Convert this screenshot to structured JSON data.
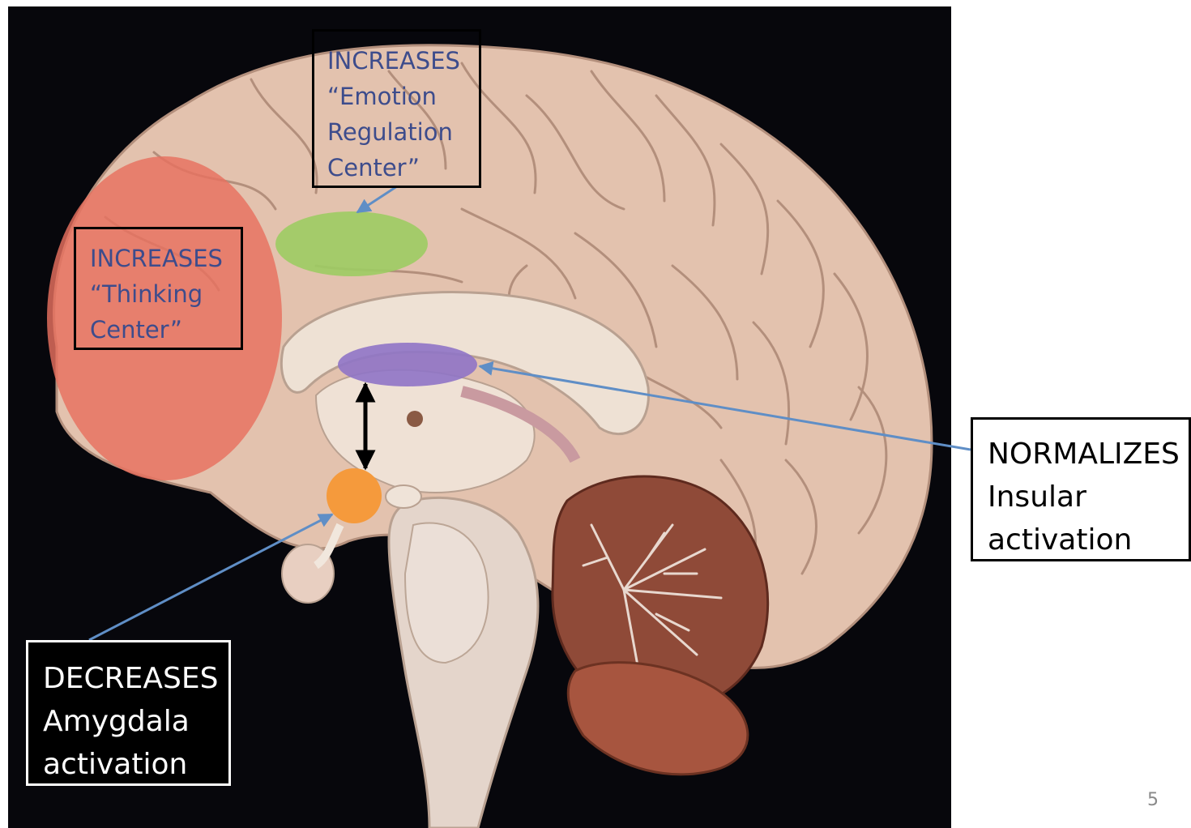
{
  "labels": {
    "emotion_regulation": "INCREASES\n“Emotion\nRegulation\nCenter”",
    "thinking_center": "INCREASES\n“Thinking\nCenter”",
    "amygdala": "DECREASES\nAmygdala\nactivation",
    "insular": "NORMALIZES\nInsular\nactivation"
  },
  "page_number": "5",
  "colors": {
    "background": "#07070c",
    "brain": "#e6c6b3",
    "thinking_region": "#e8705f",
    "emotion_region": "#9ccc63",
    "insula_region": "#8f74c6",
    "amygdala_region": "#f59a3c",
    "arrow": "#5f8ec6",
    "label_text": "#3d4c8c"
  }
}
